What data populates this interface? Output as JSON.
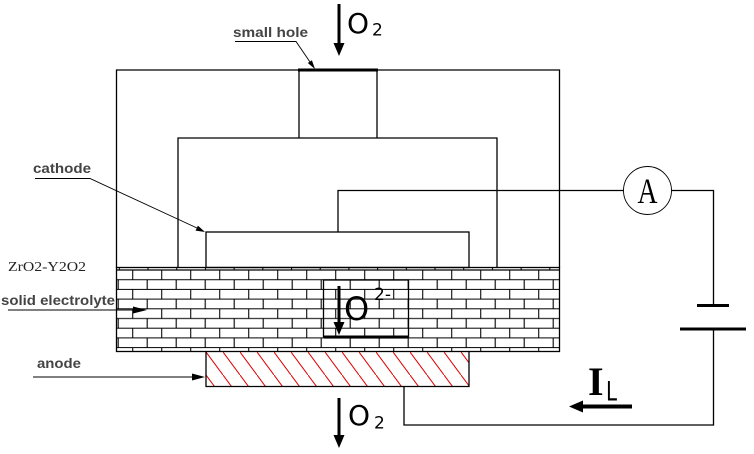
{
  "labels": {
    "small_hole": "small hole",
    "cathode": "cathode",
    "electrolyte_material": "ZrO2-Y2O2",
    "solid_electrolyte": "solid electrolyte",
    "anode": "anode"
  },
  "gas_in": {
    "symbol": "O",
    "subscript": "2",
    "direction": "down"
  },
  "ion": {
    "symbol": "O",
    "charge": "2-",
    "direction": "down"
  },
  "gas_out": {
    "symbol": "O",
    "subscript": "2",
    "direction": "down"
  },
  "ammeter": {
    "symbol": "A"
  },
  "current": {
    "symbol": "I",
    "subscript": "L",
    "direction": "left"
  },
  "components": [
    "outer housing",
    "diffusion chamber",
    "small hole",
    "cathode",
    "solid electrolyte",
    "anode",
    "ammeter",
    "battery"
  ],
  "colors": {
    "line": "#000000",
    "anode_hatch": "#e00000",
    "label_text": "#444444",
    "background": "#ffffff"
  }
}
